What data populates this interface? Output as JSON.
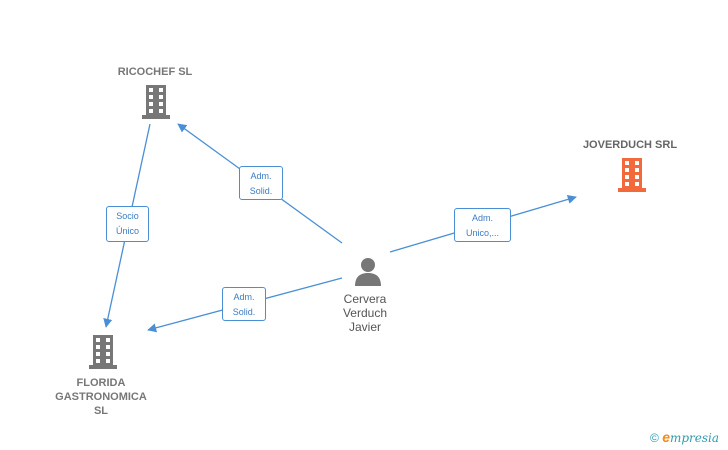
{
  "nodes": {
    "ricochef": {
      "name": "RICOCHEF  SL"
    },
    "joverduch": {
      "name": "JOVERDUCH SRL"
    },
    "florida": {
      "line1": "FLORIDA",
      "line2": "GASTRONOMICA",
      "line3": "SL"
    },
    "person": {
      "line1": "Cervera",
      "line2": "Verduch",
      "line3": "Javier"
    }
  },
  "edges": {
    "person_ricochef": {
      "line1": "Adm.",
      "line2": "Solid."
    },
    "person_joverduch": {
      "line1": "Adm.",
      "line2": "Unico,..."
    },
    "person_florida": {
      "line1": "Adm.",
      "line2": "Solid."
    },
    "ricochef_florida": {
      "line1": "Socio",
      "line2": "Único"
    }
  },
  "colors": {
    "edge": "#4a8fd6",
    "company_icon": "#777777",
    "focus_company_icon": "#f26a3c",
    "person_icon": "#777777"
  },
  "footer": {
    "copyright_symbol": "©",
    "brand_e": "e",
    "brand_rest": "mpresia"
  }
}
